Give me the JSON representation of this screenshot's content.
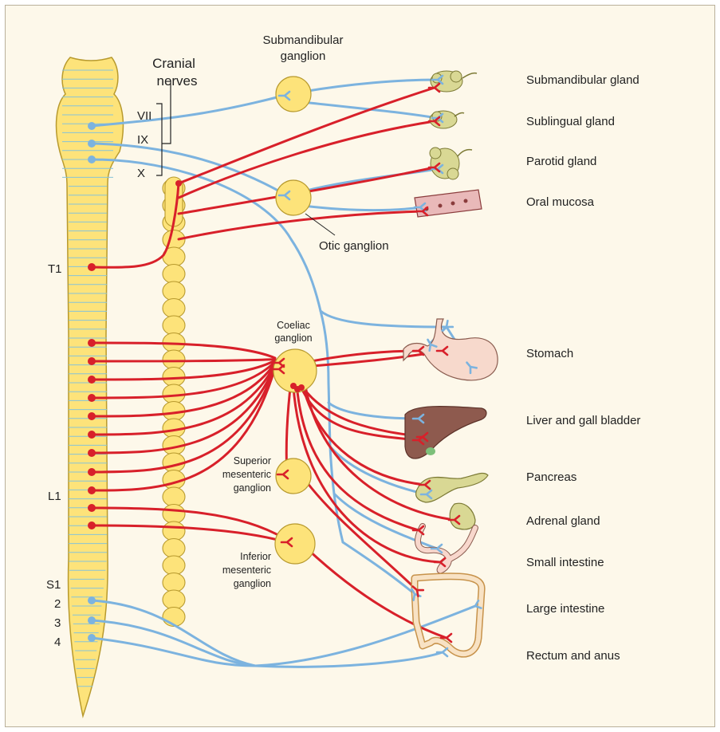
{
  "colors": {
    "sympathetic": "#d8202a",
    "parasympathetic": "#7cb3df",
    "cord_fill": "#fde37a",
    "cord_stroke": "#b89a2e",
    "ganglion_fill": "#fde37a",
    "gland_fill": "#d9d894",
    "stomach_fill": "#f7d9cc",
    "liver_fill": "#8e5a4e",
    "intestine_fill": "#f8d7cc",
    "background": "#fdf8ea"
  },
  "labels": {
    "cranial_nerves": [
      "Cranial",
      "nerves"
    ],
    "nerve_vii": "VII",
    "nerve_ix": "IX",
    "nerve_x": "X",
    "level_t1": "T1",
    "level_l1": "L1",
    "level_s1": "S1",
    "level_2": "2",
    "level_3": "3",
    "level_4": "4"
  },
  "ganglia": {
    "submandibular": [
      "Submandibular",
      "ganglion"
    ],
    "otic": "Otic ganglion",
    "coeliac": [
      "Coeliac",
      "ganglion"
    ],
    "superior_mesenteric": [
      "Superior",
      "mesenteric",
      "ganglion"
    ],
    "inferior_mesenteric": [
      "Inferior",
      "mesenteric",
      "ganglion"
    ]
  },
  "organs": [
    "Submandibular gland",
    "Sublingual gland",
    "Parotid gland",
    "Oral mucosa",
    "Stomach",
    "Liver and gall bladder",
    "Pancreas",
    "Adrenal gland",
    "Small intestine",
    "Large intestine",
    "Rectum and anus"
  ]
}
